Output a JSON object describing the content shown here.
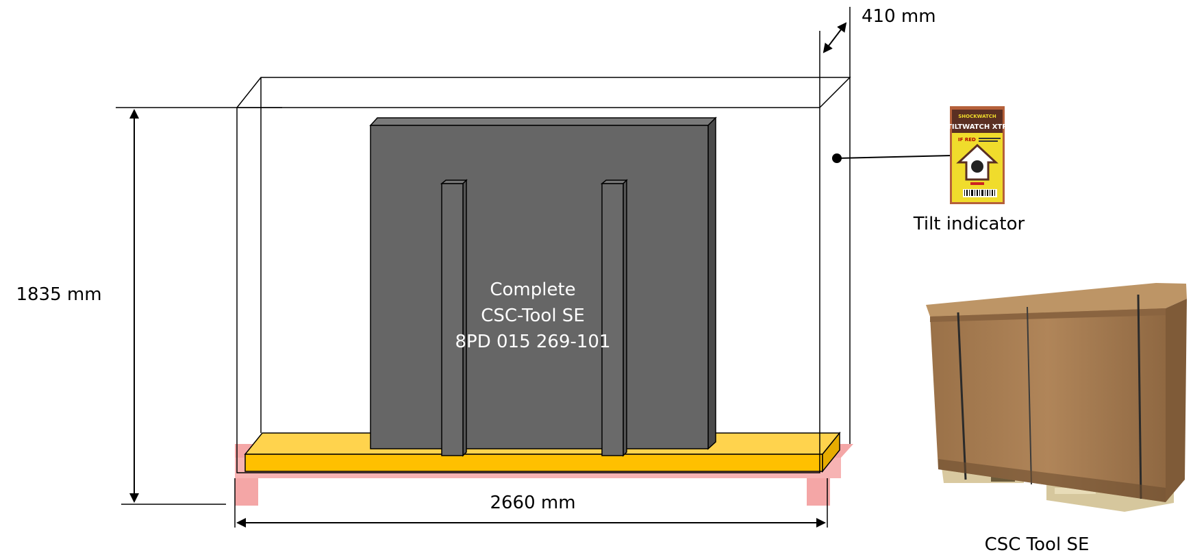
{
  "dimensions": {
    "height": "1835 mm",
    "width": "2660 mm",
    "depth": "410 mm"
  },
  "product": {
    "line1": "Complete",
    "line2": "CSC-Tool SE",
    "line3": "8PD 015 269-101"
  },
  "tilt_indicator": {
    "caption": "Tilt indicator",
    "brand": "SHOCKWATCH",
    "model": "TILTWATCH XTR",
    "warning": "IF RED"
  },
  "photo": {
    "caption": "CSC Tool SE"
  },
  "colors": {
    "tool_body": "#666666",
    "tool_edge": "#4a4a4a",
    "base_plate": "#ffc000",
    "base_plate_top": "#ffd34d",
    "pallet": "#f4a6a6",
    "indicator_bg": "#f5e63a",
    "cardboard": "#a57c52"
  }
}
